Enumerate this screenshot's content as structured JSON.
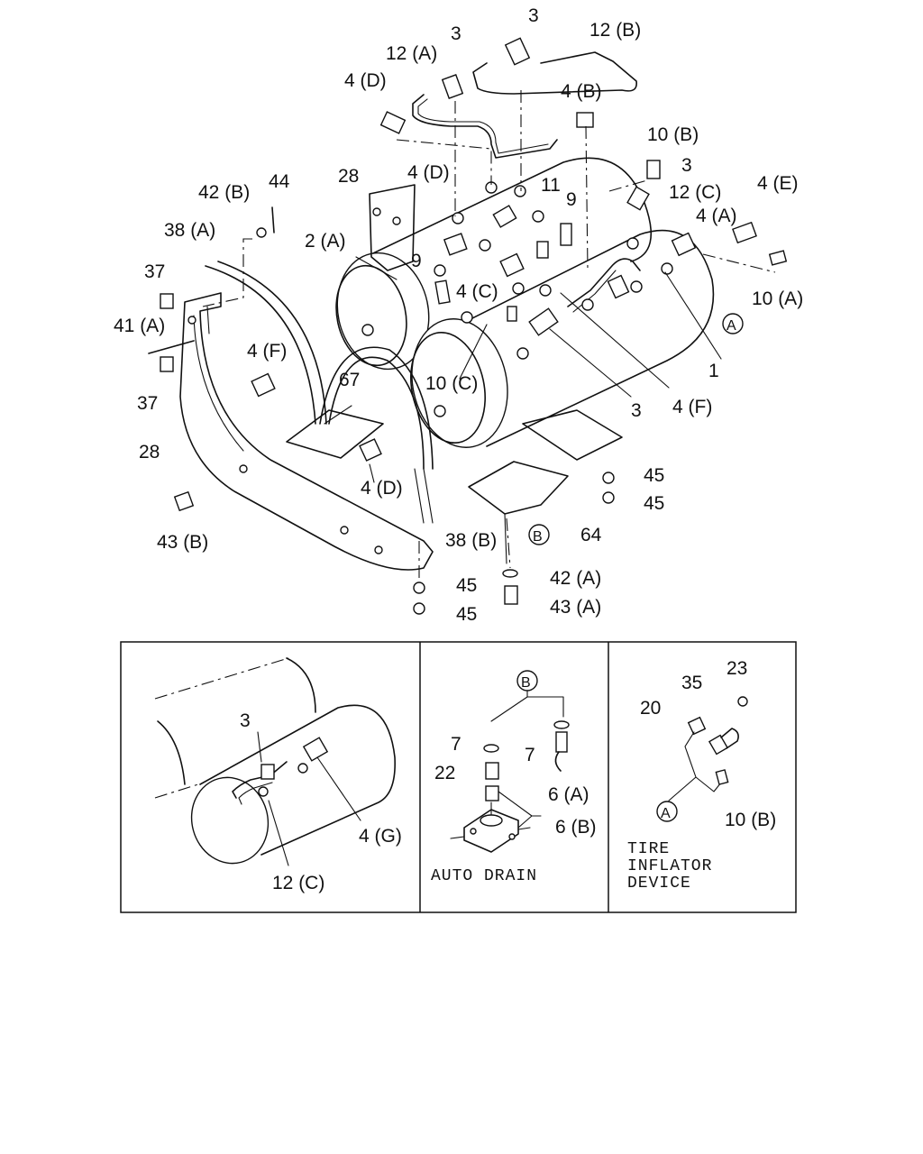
{
  "callouts": {
    "c3_top": "3",
    "c12b": "12 (B)",
    "c12a": "12 (A)",
    "c3_a": "3",
    "c4d_top": "4 (D)",
    "c4b": "4 (B)",
    "c10b_top": "10 (B)",
    "c28_top": "28",
    "c44": "44",
    "c42b": "42 (B)",
    "c4d_mid": "4 (D)",
    "c11": "11",
    "c3_right": "3",
    "c12c_top": "12 (C)",
    "c4e": "4 (E)",
    "c9_right": "9",
    "c4a": "4 (A)",
    "c38a": "38 (A)",
    "c2a": "2 (A)",
    "c37_top": "37",
    "c9_left": "9",
    "c4c": "4 (C)",
    "c10a": "10 (A)",
    "c41a": "41 (A)",
    "cA_main": "A",
    "c4f_left": "4 (F)",
    "c67": "67",
    "c10c": "10 (C)",
    "c1": "1",
    "c37_bot": "37",
    "c3_bot": "3",
    "c4f_right": "4 (F)",
    "c28_bot": "28",
    "c4d_bot": "4 (D)",
    "c45_a": "45",
    "c45_b": "45",
    "c43b": "43 (B)",
    "c38b": "38 (B)",
    "cB_main": "B",
    "c64": "64",
    "c42a": "42 (A)",
    "c45_c": "45",
    "c43a": "43 (A)",
    "c45_d": "45"
  },
  "panel_left": {
    "c3": "3",
    "c4g": "4 (G)",
    "c12c": "12 (C)"
  },
  "panel_mid": {
    "cB": "B",
    "c7_left": "7",
    "c7_right": "7",
    "c22": "22",
    "c6a": "6 (A)",
    "c6b": "6 (B)",
    "caption": "AUTO DRAIN"
  },
  "panel_right": {
    "c23": "23",
    "c35": "35",
    "c20": "20",
    "cA": "A",
    "c10b": "10 (B)",
    "caption_l1": "TIRE",
    "caption_l2": "INFLATOR",
    "caption_l3": "DEVICE"
  }
}
